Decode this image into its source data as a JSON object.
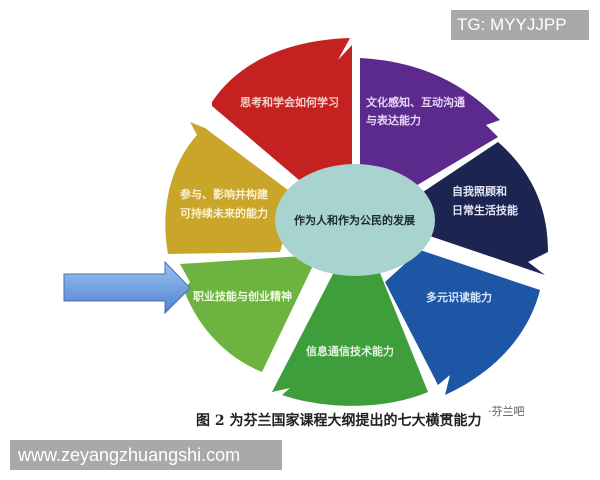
{
  "diagram": {
    "center_label": "作为人和作为公民的发展",
    "segments": [
      {
        "id": "thinking",
        "label_lines": [
          "思考和学会如何学习"
        ],
        "color": "#c62121"
      },
      {
        "id": "culture",
        "label_lines": [
          "文化感知、互动沟通",
          "与表达能力"
        ],
        "color": "#5b2a8c"
      },
      {
        "id": "self-care",
        "label_lines": [
          "自我照顾和",
          "日常生活技能"
        ],
        "color": "#1c2451"
      },
      {
        "id": "multiliteracy",
        "label_lines": [
          "多元识读能力"
        ],
        "color": "#1e56a6"
      },
      {
        "id": "ict",
        "label_lines": [
          "信息通信技术能力"
        ],
        "color": "#3f9e3c"
      },
      {
        "id": "work-life",
        "label_lines": [
          "职业技能与创业精神"
        ],
        "color": "#6db33f"
      },
      {
        "id": "participation",
        "label_lines": [
          "参与、影响并构建",
          "可持续未来的能力"
        ],
        "color": "#c9a62a"
      }
    ],
    "center_color": "#a9d3cf",
    "arrow_color": "#6f9fe0"
  },
  "caption": {
    "text": "图 2 为芬兰国家课程大纲提出的七大横贯能力",
    "source_mark": "·芬兰吧"
  },
  "watermarks": {
    "top": "TG: MYYJJPP",
    "bottom": "www.zeyangzhuangshi.com"
  }
}
